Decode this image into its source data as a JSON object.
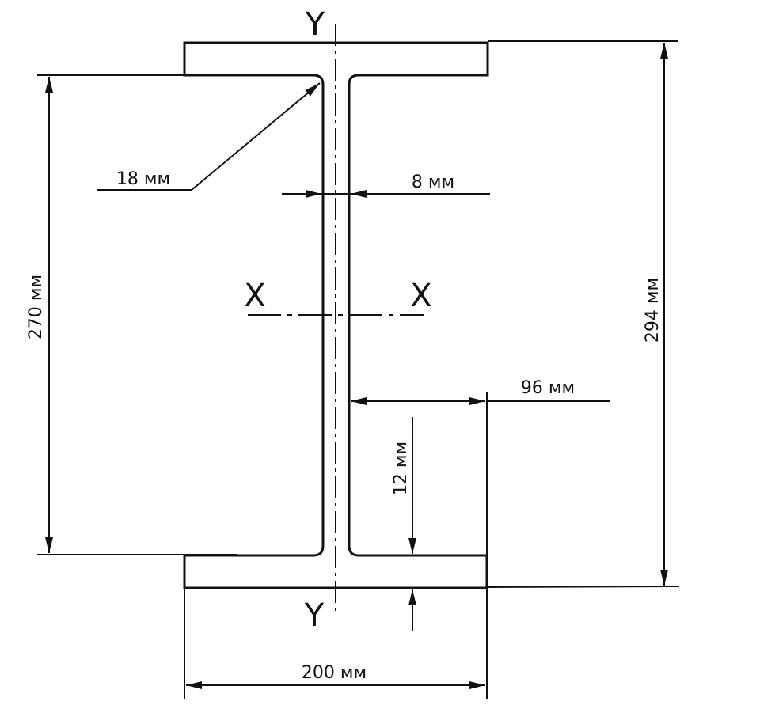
{
  "labels": {
    "axis_y_top": "Y",
    "axis_y_bottom": "Y",
    "axis_x_left": "X",
    "axis_x_right": "X"
  },
  "dimensions": {
    "radius": "18 мм",
    "web_thickness": "8 мм",
    "inner_height": "270 мм",
    "total_height": "294 мм",
    "flange_overhang": "96 мм",
    "flange_thickness": "12 мм",
    "flange_width": "200 мм"
  },
  "colors": {
    "line": "#111111",
    "background": "#ffffff"
  }
}
